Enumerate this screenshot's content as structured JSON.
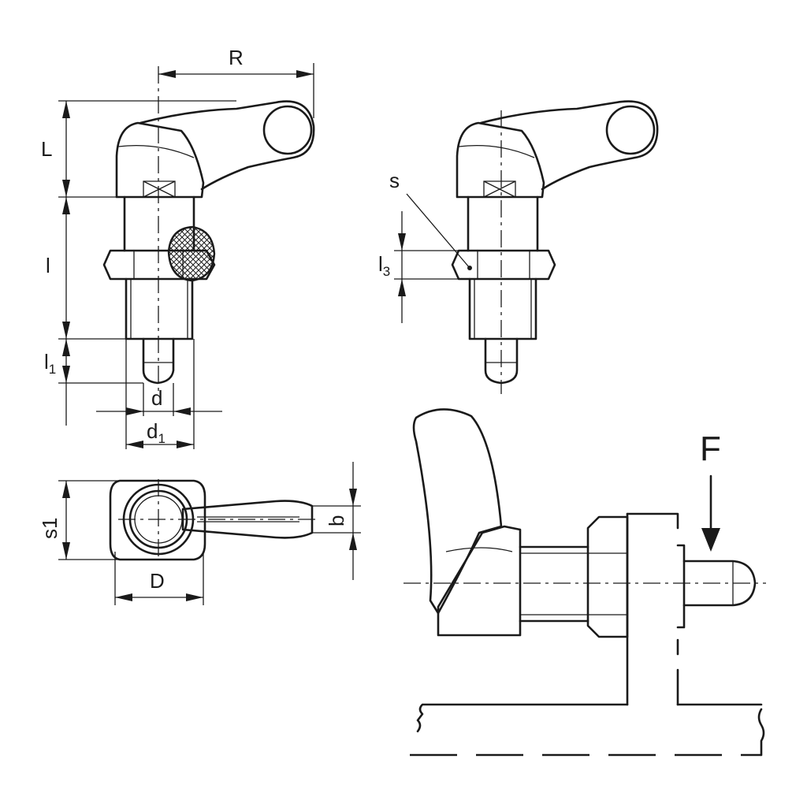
{
  "labels": {
    "R": "R",
    "L": "L",
    "l": "l",
    "l1": "l",
    "l1_sub": "1",
    "d": "d",
    "d1": "d",
    "d1_sub": "1",
    "s": "s",
    "l3": "l",
    "l3_sub": "3",
    "s1": "s1",
    "b": "b",
    "D": "D",
    "F": "F"
  },
  "colors": {
    "line": "#1a1a1a",
    "background": "#ffffff"
  }
}
